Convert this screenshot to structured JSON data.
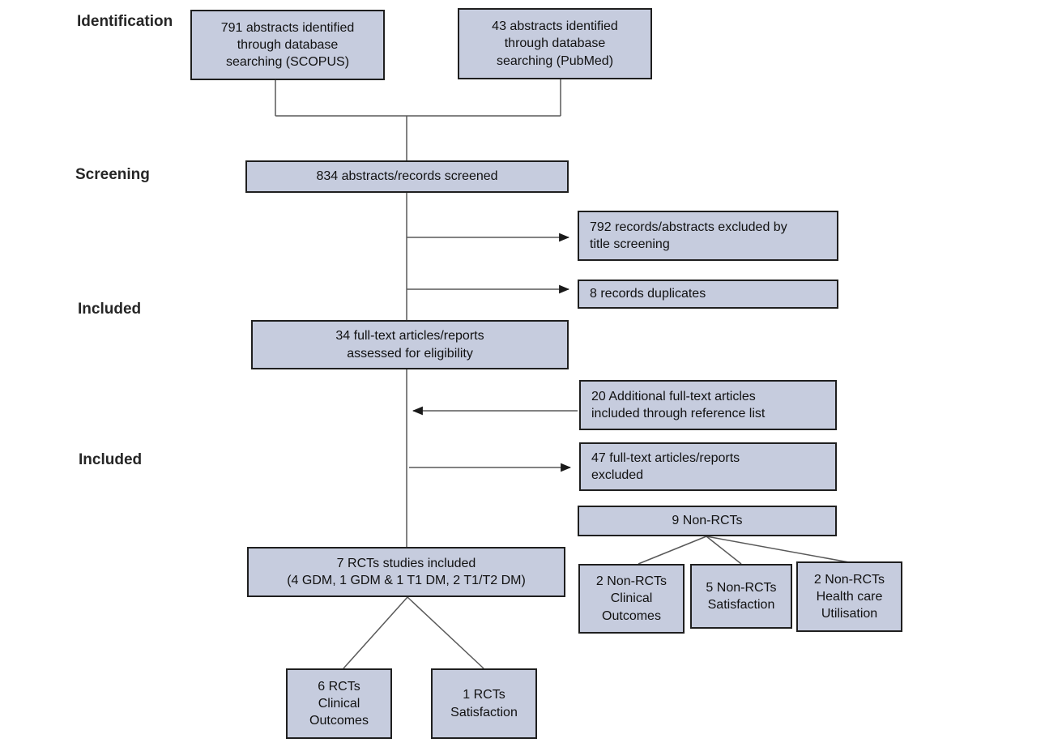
{
  "stage_labels": {
    "identification": "Identification",
    "screening": "Screening",
    "included_top": "Included",
    "included_bottom": "Included"
  },
  "boxes": {
    "scopus": "791 abstracts identified\nthrough database\nsearching (SCOPUS)",
    "pubmed": "43 abstracts identified\nthrough database\nsearching (PubMed)",
    "screened": "834 abstracts/records screened",
    "excluded_title": "792 records/abstracts excluded by\ntitle screening",
    "duplicates": "8 records  duplicates",
    "eligibility": "34 full-text articles/reports\nassessed for eligibility",
    "additional_reference": "20 Additional full-text articles\nincluded through reference list",
    "excluded_fulltext": "47 full-text articles/reports\nexcluded",
    "non_rcts": "9 Non-RCTs",
    "rcts_included": "7 RCTs  studies included\n(4 GDM, 1 GDM & 1 T1 DM, 2 T1/T2 DM)",
    "non_rct_clinical": "2 Non-RCTs\nClinical\nOutcomes",
    "non_rct_satisfaction": "5 Non-RCTs\nSatisfaction",
    "non_rct_healthcare": "2  Non-RCTs\nHealth care\nUtilisation",
    "rct_clinical": "6 RCTs\nClinical\nOutcomes",
    "rct_satisfaction": "1 RCTs\nSatisfaction"
  },
  "colors": {
    "box_fill": "#c6ccde",
    "box_border": "#1f1f1f",
    "connector": "#595959",
    "arrowhead": "#1a1a1a",
    "text": "#111111",
    "label_text": "#262626",
    "background": "#ffffff"
  }
}
